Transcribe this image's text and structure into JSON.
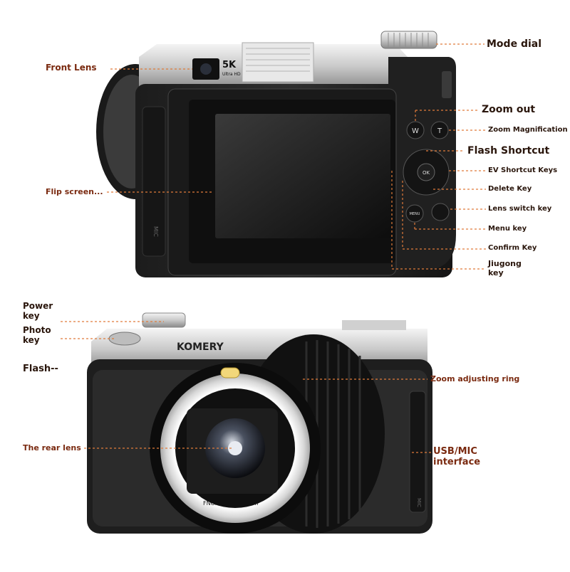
{
  "top_view": {
    "badge": "5K",
    "badge_sub": "Ultra HD",
    "buttons": {
      "w": "W",
      "t": "T",
      "ok": "OK",
      "menu": "MENU"
    },
    "side_text": "MIC"
  },
  "bottom_view": {
    "brand": "KOMERY",
    "lens_text": "FNO.2.2  f=3.83mm",
    "side_text": "MIC"
  },
  "labels": {
    "front_lens": "Front Lens",
    "mode_dial": "Mode dial",
    "zoom_out": "Zoom out",
    "zoom_magnification": "Zoom Magnification",
    "flash_shortcut": "Flash Shortcut",
    "ev_shortcut": "EV Shortcut Keys",
    "flip_screen": "Flip screen...",
    "delete_key": "Delete Key",
    "lens_switch": "Lens switch key",
    "menu_key": "Menu key",
    "confirm_key": "Confirm Key",
    "jiugong": "Jiugong key",
    "power_key": "Power key",
    "photo_key": "Photo key",
    "flash": "Flash--",
    "zoom_ring": "Zoom adjusting ring",
    "rear_lens": "The rear lens",
    "usb_mic": "USB/MIC interface"
  },
  "colors": {
    "label_red": "#7a2a10",
    "label_dark": "#2a160c",
    "leader": "#e07b3a"
  }
}
